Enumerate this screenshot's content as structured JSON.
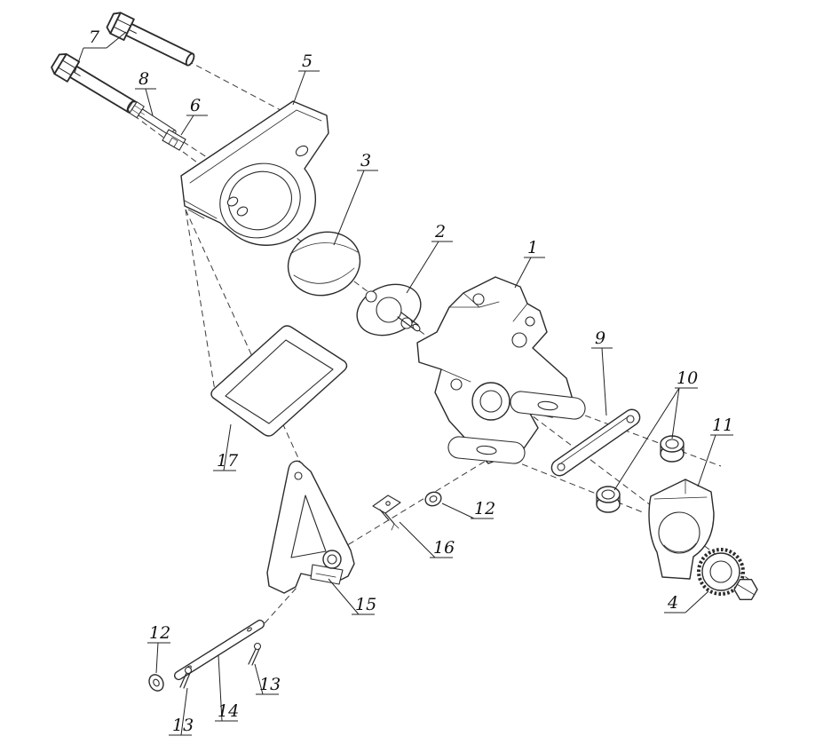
{
  "figure": {
    "background_color": "#ffffff",
    "line_color": "#2b2b2b",
    "callouts": [
      {
        "label": "7"
      },
      {
        "label": "8"
      },
      {
        "label": "6"
      },
      {
        "label": "5"
      },
      {
        "label": "3"
      },
      {
        "label": "2"
      },
      {
        "label": "1"
      },
      {
        "label": "9"
      },
      {
        "label": "10"
      },
      {
        "label": "11"
      },
      {
        "label": "12"
      },
      {
        "label": "16"
      },
      {
        "label": "15"
      },
      {
        "label": "4"
      },
      {
        "label": "17"
      },
      {
        "label": "12"
      },
      {
        "label": "13"
      },
      {
        "label": "14"
      },
      {
        "label": "13"
      }
    ]
  }
}
